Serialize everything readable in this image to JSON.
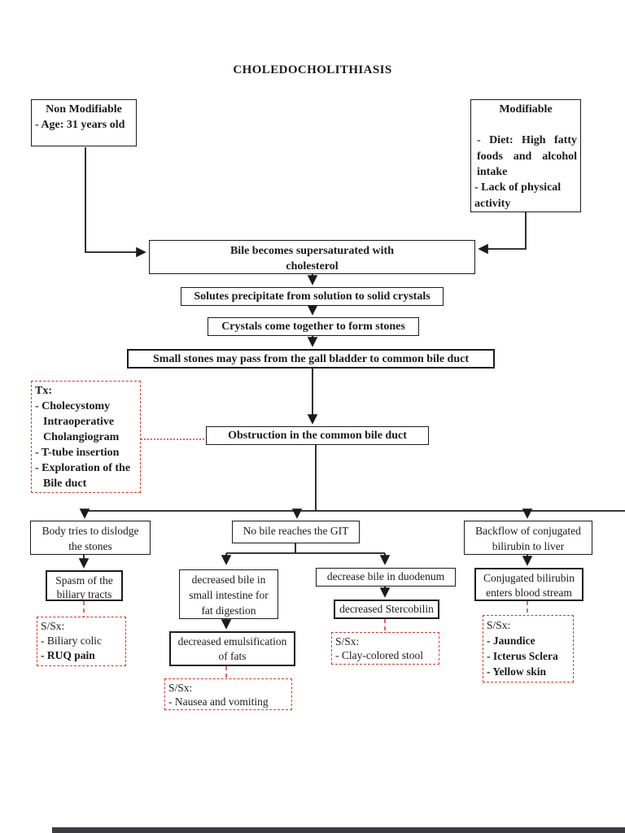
{
  "page": {
    "background": "#ffffff",
    "line_color": "#1b1b1b",
    "accent_red": "#e83228",
    "footer_bar_color": "#3b3b41"
  },
  "title": "CHOLEDOCHOLITHIASIS",
  "risk_factors": {
    "non_modifiable": {
      "heading": "Non Modifiable",
      "item": "- Age: 31 years old"
    },
    "modifiable": {
      "heading": "Modifiable",
      "item1": "- Diet: High fatty foods and alcohol intake",
      "item2": "- Lack of physical activity"
    }
  },
  "flow": {
    "bile_line1": "Bile becomes supersaturated with",
    "bile_line2": "cholesterol",
    "solutes": "Solutes precipitate from solution to solid crystals",
    "crystals": "Crystals come together to form stones",
    "small_stones": "Small stones may pass from the gall bladder to common bile duct",
    "obstruction": "Obstruction in the common bile duct"
  },
  "treatment": {
    "heading": "Tx:",
    "items": [
      "- Cholecystomy",
      "Intraoperative",
      "Cholangiogram",
      "- T-tube insertion",
      "- Exploration of the",
      "Bile duct"
    ]
  },
  "branch_left": {
    "step1_line1": "Body tries to dislodge",
    "step1_line2": "the stones",
    "step2_line1": "Spasm of the",
    "step2_line2": "biliary tracts",
    "ssx_heading": "S/Sx:",
    "ssx_item1": "- Biliary colic",
    "ssx_item2": "- RUQ pain"
  },
  "branch_middle": {
    "step1": "No bile reaches the GIT",
    "left": {
      "step1_line1": "decreased bile in",
      "step1_line2": "small intestine for",
      "step1_line3": "fat digestion",
      "step2_line1": "decreased emulsification",
      "step2_line2": "of fats",
      "ssx_heading": "S/Sx:",
      "ssx_item1": "- Nausea and vomiting"
    },
    "right": {
      "step1": "decrease bile in duodenum",
      "step2": "decreased Stercobilin",
      "ssx_heading": "S/Sx:",
      "ssx_item1": "- Clay-colored stool"
    }
  },
  "branch_right": {
    "step1_line1": "Backflow of conjugated",
    "step1_line2": "bilirubin to liver",
    "step2_line1": "Conjugated bilirubin",
    "step2_line2": "enters blood stream",
    "ssx_heading": "S/Sx:",
    "ssx_item1": "- Jaundice",
    "ssx_item2": "- Icterus Sclera",
    "ssx_item3": "- Yellow skin"
  }
}
